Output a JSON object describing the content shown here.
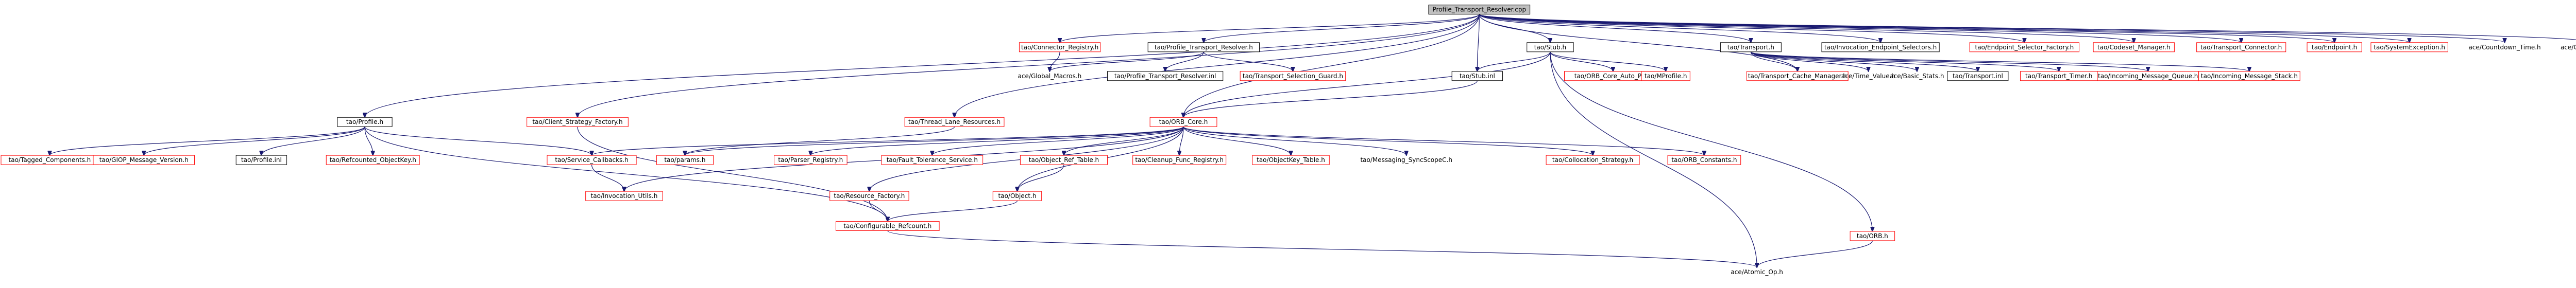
{
  "colors": {
    "edge": "#191970",
    "root_fill": "#bfbfbf",
    "link_border": "#ff0000",
    "doc_border": "#000000",
    "background": "#ffffff"
  },
  "nodes": [
    {
      "id": "root",
      "label": "Profile_Transport_Resolver.cpp",
      "kind": "root"
    },
    {
      "id": "connector_registry",
      "label": "tao/Connector_Registry.h",
      "kind": "red"
    },
    {
      "id": "ptr_h",
      "label": "tao/Profile_Transport_Resolver.h",
      "kind": "black"
    },
    {
      "id": "stub_h",
      "label": "tao/Stub.h",
      "kind": "black"
    },
    {
      "id": "transport_h",
      "label": "tao/Transport.h",
      "kind": "black"
    },
    {
      "id": "invocation_endpoint_selectors",
      "label": "tao/Invocation_Endpoint_Selectors.h",
      "kind": "black"
    },
    {
      "id": "endpoint_selector_factory",
      "label": "tao/Endpoint_Selector_Factory.h",
      "kind": "red"
    },
    {
      "id": "codeset_manager",
      "label": "tao/Codeset_Manager.h",
      "kind": "red"
    },
    {
      "id": "transport_connector",
      "label": "tao/Transport_Connector.h",
      "kind": "red"
    },
    {
      "id": "endpoint",
      "label": "tao/Endpoint.h",
      "kind": "red"
    },
    {
      "id": "system_exception",
      "label": "tao/SystemException.h",
      "kind": "red"
    },
    {
      "id": "countdown_time",
      "label": "ace/Countdown_Time.h",
      "kind": "plain"
    },
    {
      "id": "corba_macros",
      "label": "ace/CORBA_macros.h",
      "kind": "plain"
    },
    {
      "id": "global_macros",
      "label": "ace/Global_Macros.h",
      "kind": "plain"
    },
    {
      "id": "ptr_inl",
      "label": "tao/Profile_Transport_Resolver.inl",
      "kind": "black"
    },
    {
      "id": "transport_selection_guard",
      "label": "tao/Transport_Selection_Guard.h",
      "kind": "red"
    },
    {
      "id": "orb_core_auto_ptr",
      "label": "tao/ORB_Core_Auto_Ptr.h",
      "kind": "red"
    },
    {
      "id": "mprofile",
      "label": "tao/MProfile.h",
      "kind": "red"
    },
    {
      "id": "transport_cache_manager",
      "label": "tao/Transport_Cache_Manager.h",
      "kind": "red"
    },
    {
      "id": "time_value",
      "label": "ace/Time_Value.h",
      "kind": "plain"
    },
    {
      "id": "basic_stats",
      "label": "ace/Basic_Stats.h",
      "kind": "plain"
    },
    {
      "id": "transport_inl",
      "label": "tao/Transport.inl",
      "kind": "black"
    },
    {
      "id": "transport_timer",
      "label": "tao/Transport_Timer.h",
      "kind": "red"
    },
    {
      "id": "incoming_message_queue",
      "label": "tao/Incoming_Message_Queue.h",
      "kind": "red"
    },
    {
      "id": "incoming_message_stack",
      "label": "tao/Incoming_Message_Stack.h",
      "kind": "red"
    },
    {
      "id": "stub_inl",
      "label": "tao/Stub.inl",
      "kind": "black"
    },
    {
      "id": "profile_h",
      "label": "tao/Profile.h",
      "kind": "black"
    },
    {
      "id": "client_strategy_factory",
      "label": "tao/Client_Strategy_Factory.h",
      "kind": "red"
    },
    {
      "id": "thread_lane_resources",
      "label": "tao/Thread_Lane_Resources.h",
      "kind": "red"
    },
    {
      "id": "orb_core",
      "label": "tao/ORB_Core.h",
      "kind": "red"
    },
    {
      "id": "tagged_components",
      "label": "tao/Tagged_Components.h",
      "kind": "red"
    },
    {
      "id": "giop_message_version",
      "label": "tao/GIOP_Message_Version.h",
      "kind": "red"
    },
    {
      "id": "profile_inl",
      "label": "tao/Profile.inl",
      "kind": "black"
    },
    {
      "id": "refcounted_objectkey",
      "label": "tao/Refcounted_ObjectKey.h",
      "kind": "red"
    },
    {
      "id": "service_callbacks",
      "label": "tao/Service_Callbacks.h",
      "kind": "red"
    },
    {
      "id": "params",
      "label": "tao/params.h",
      "kind": "red"
    },
    {
      "id": "parser_registry",
      "label": "tao/Parser_Registry.h",
      "kind": "red"
    },
    {
      "id": "fault_tolerance_service",
      "label": "tao/Fault_Tolerance_Service.h",
      "kind": "red"
    },
    {
      "id": "object_ref_table",
      "label": "tao/Object_Ref_Table.h",
      "kind": "red"
    },
    {
      "id": "cleanup_func_registry",
      "label": "tao/Cleanup_Func_Registry.h",
      "kind": "red"
    },
    {
      "id": "objectkey_table",
      "label": "tao/ObjectKey_Table.h",
      "kind": "red"
    },
    {
      "id": "messaging_syncscopec",
      "label": "tao/Messaging_SyncScopeC.h",
      "kind": "plain"
    },
    {
      "id": "collocation_strategy",
      "label": "tao/Collocation_Strategy.h",
      "kind": "red"
    },
    {
      "id": "orb_constants",
      "label": "tao/ORB_Constants.h",
      "kind": "red"
    },
    {
      "id": "invocation_utils",
      "label": "tao/Invocation_Utils.h",
      "kind": "red"
    },
    {
      "id": "resource_factory",
      "label": "tao/Resource_Factory.h",
      "kind": "red"
    },
    {
      "id": "object_h",
      "label": "tao/Object.h",
      "kind": "red"
    },
    {
      "id": "configurable_refcount",
      "label": "tao/Configurable_Refcount.h",
      "kind": "red"
    },
    {
      "id": "orb_h",
      "label": "tao/ORB.h",
      "kind": "red"
    },
    {
      "id": "atomic_op",
      "label": "ace/Atomic_Op.h",
      "kind": "plain"
    }
  ],
  "edges": [
    [
      "root",
      "connector_registry"
    ],
    [
      "root",
      "ptr_h"
    ],
    [
      "root",
      "stub_h"
    ],
    [
      "root",
      "transport_h"
    ],
    [
      "root",
      "invocation_endpoint_selectors"
    ],
    [
      "root",
      "endpoint_selector_factory"
    ],
    [
      "root",
      "codeset_manager"
    ],
    [
      "root",
      "transport_connector"
    ],
    [
      "root",
      "endpoint"
    ],
    [
      "root",
      "system_exception"
    ],
    [
      "root",
      "countdown_time"
    ],
    [
      "root",
      "corba_macros"
    ],
    [
      "root",
      "profile_h"
    ],
    [
      "root",
      "orb_core"
    ],
    [
      "root",
      "thread_lane_resources"
    ],
    [
      "root",
      "client_strategy_factory"
    ],
    [
      "root",
      "transport_cache_manager"
    ],
    [
      "root",
      "stub_inl"
    ],
    [
      "connector_registry",
      "global_macros"
    ],
    [
      "ptr_h",
      "global_macros"
    ],
    [
      "ptr_h",
      "ptr_inl"
    ],
    [
      "ptr_h",
      "transport_selection_guard"
    ],
    [
      "stub_h",
      "orb_core_auto_ptr"
    ],
    [
      "stub_h",
      "mprofile"
    ],
    [
      "stub_h",
      "stub_inl"
    ],
    [
      "stub_h",
      "orb_core"
    ],
    [
      "stub_h",
      "orb_h"
    ],
    [
      "stub_h",
      "atomic_op"
    ],
    [
      "transport_h",
      "transport_cache_manager"
    ],
    [
      "transport_h",
      "time_value"
    ],
    [
      "transport_h",
      "basic_stats"
    ],
    [
      "transport_h",
      "transport_inl"
    ],
    [
      "transport_h",
      "transport_timer"
    ],
    [
      "transport_h",
      "incoming_message_queue"
    ],
    [
      "transport_h",
      "incoming_message_stack"
    ],
    [
      "stub_inl",
      "orb_core"
    ],
    [
      "profile_h",
      "tagged_components"
    ],
    [
      "profile_h",
      "giop_message_version"
    ],
    [
      "profile_h",
      "profile_inl"
    ],
    [
      "profile_h",
      "refcounted_objectkey"
    ],
    [
      "profile_h",
      "service_callbacks"
    ],
    [
      "profile_h",
      "configurable_refcount"
    ],
    [
      "client_strategy_factory",
      "configurable_refcount"
    ],
    [
      "thread_lane_resources",
      "params"
    ],
    [
      "orb_core",
      "service_callbacks"
    ],
    [
      "orb_core",
      "params"
    ],
    [
      "orb_core",
      "parser_registry"
    ],
    [
      "orb_core",
      "fault_tolerance_service"
    ],
    [
      "orb_core",
      "object_ref_table"
    ],
    [
      "orb_core",
      "cleanup_func_registry"
    ],
    [
      "orb_core",
      "objectkey_table"
    ],
    [
      "orb_core",
      "messaging_syncscopec"
    ],
    [
      "orb_core",
      "collocation_strategy"
    ],
    [
      "orb_core",
      "orb_constants"
    ],
    [
      "orb_core",
      "invocation_utils"
    ],
    [
      "orb_core",
      "resource_factory"
    ],
    [
      "orb_core",
      "object_h"
    ],
    [
      "service_callbacks",
      "invocation_utils"
    ],
    [
      "object_ref_table",
      "object_h"
    ],
    [
      "resource_factory",
      "configurable_refcount"
    ],
    [
      "object_h",
      "configurable_refcount"
    ],
    [
      "configurable_refcount",
      "atomic_op"
    ],
    [
      "orb_h",
      "atomic_op"
    ]
  ]
}
